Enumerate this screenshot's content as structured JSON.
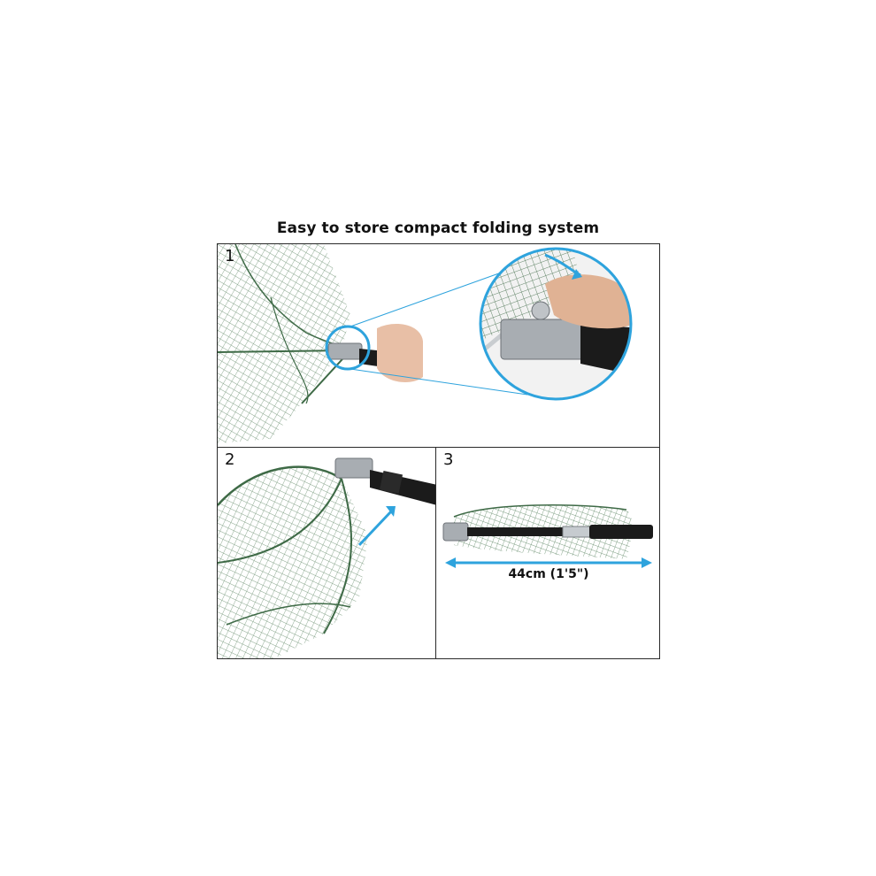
{
  "title": "Easy to store compact folding system",
  "panels": [
    {
      "number": "1",
      "description": "net-hinge-release"
    },
    {
      "number": "2",
      "description": "net-folding"
    },
    {
      "number": "3",
      "description": "net-folded-compact"
    }
  ],
  "folded_length": "44cm (1'5\")",
  "colors": {
    "net": "#4f7a55",
    "accent": "#2ea3dd",
    "handle": "#1b1b1b",
    "metal": "#a8adb2"
  }
}
